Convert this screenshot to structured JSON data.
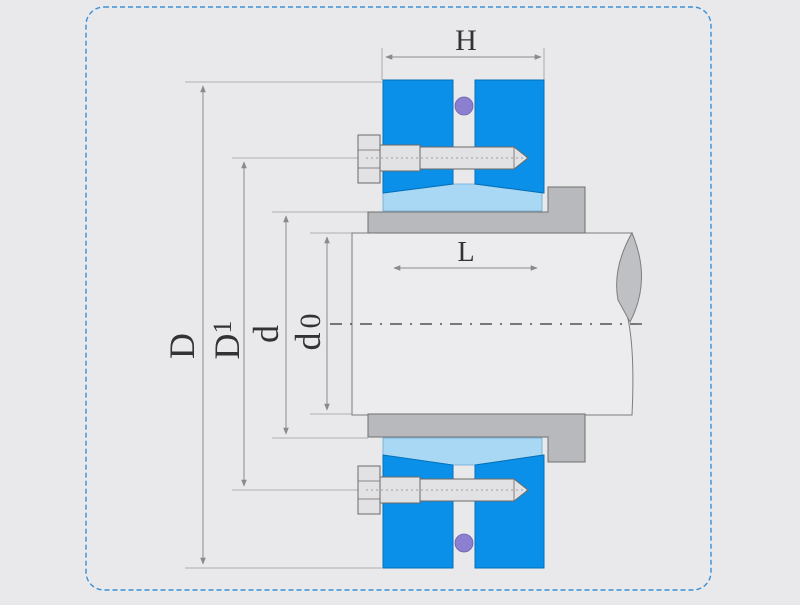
{
  "labels": {
    "H": "H",
    "L": "L",
    "D": "D",
    "D1_main": "D",
    "D1_sub": "1",
    "d": "d",
    "d0_main": "d",
    "d0_sub": "0"
  },
  "colors": {
    "background": "#e9e9eb",
    "frame_dash": "#3b8fd6",
    "ring_blue": "#0a90e8",
    "cone_light_blue": "#a9d8f4",
    "sleeve_gray": "#b8b9bc",
    "shaft_fill": "#ececee",
    "seal_purple": "#8b7fcf",
    "bolt_fill": "#e2e2e4",
    "dimension_line": "#8a8a8a"
  },
  "icons": {
    "seal": "o-ring-circle",
    "bolt": "hex-bolt",
    "break": "shaft-break-line"
  }
}
